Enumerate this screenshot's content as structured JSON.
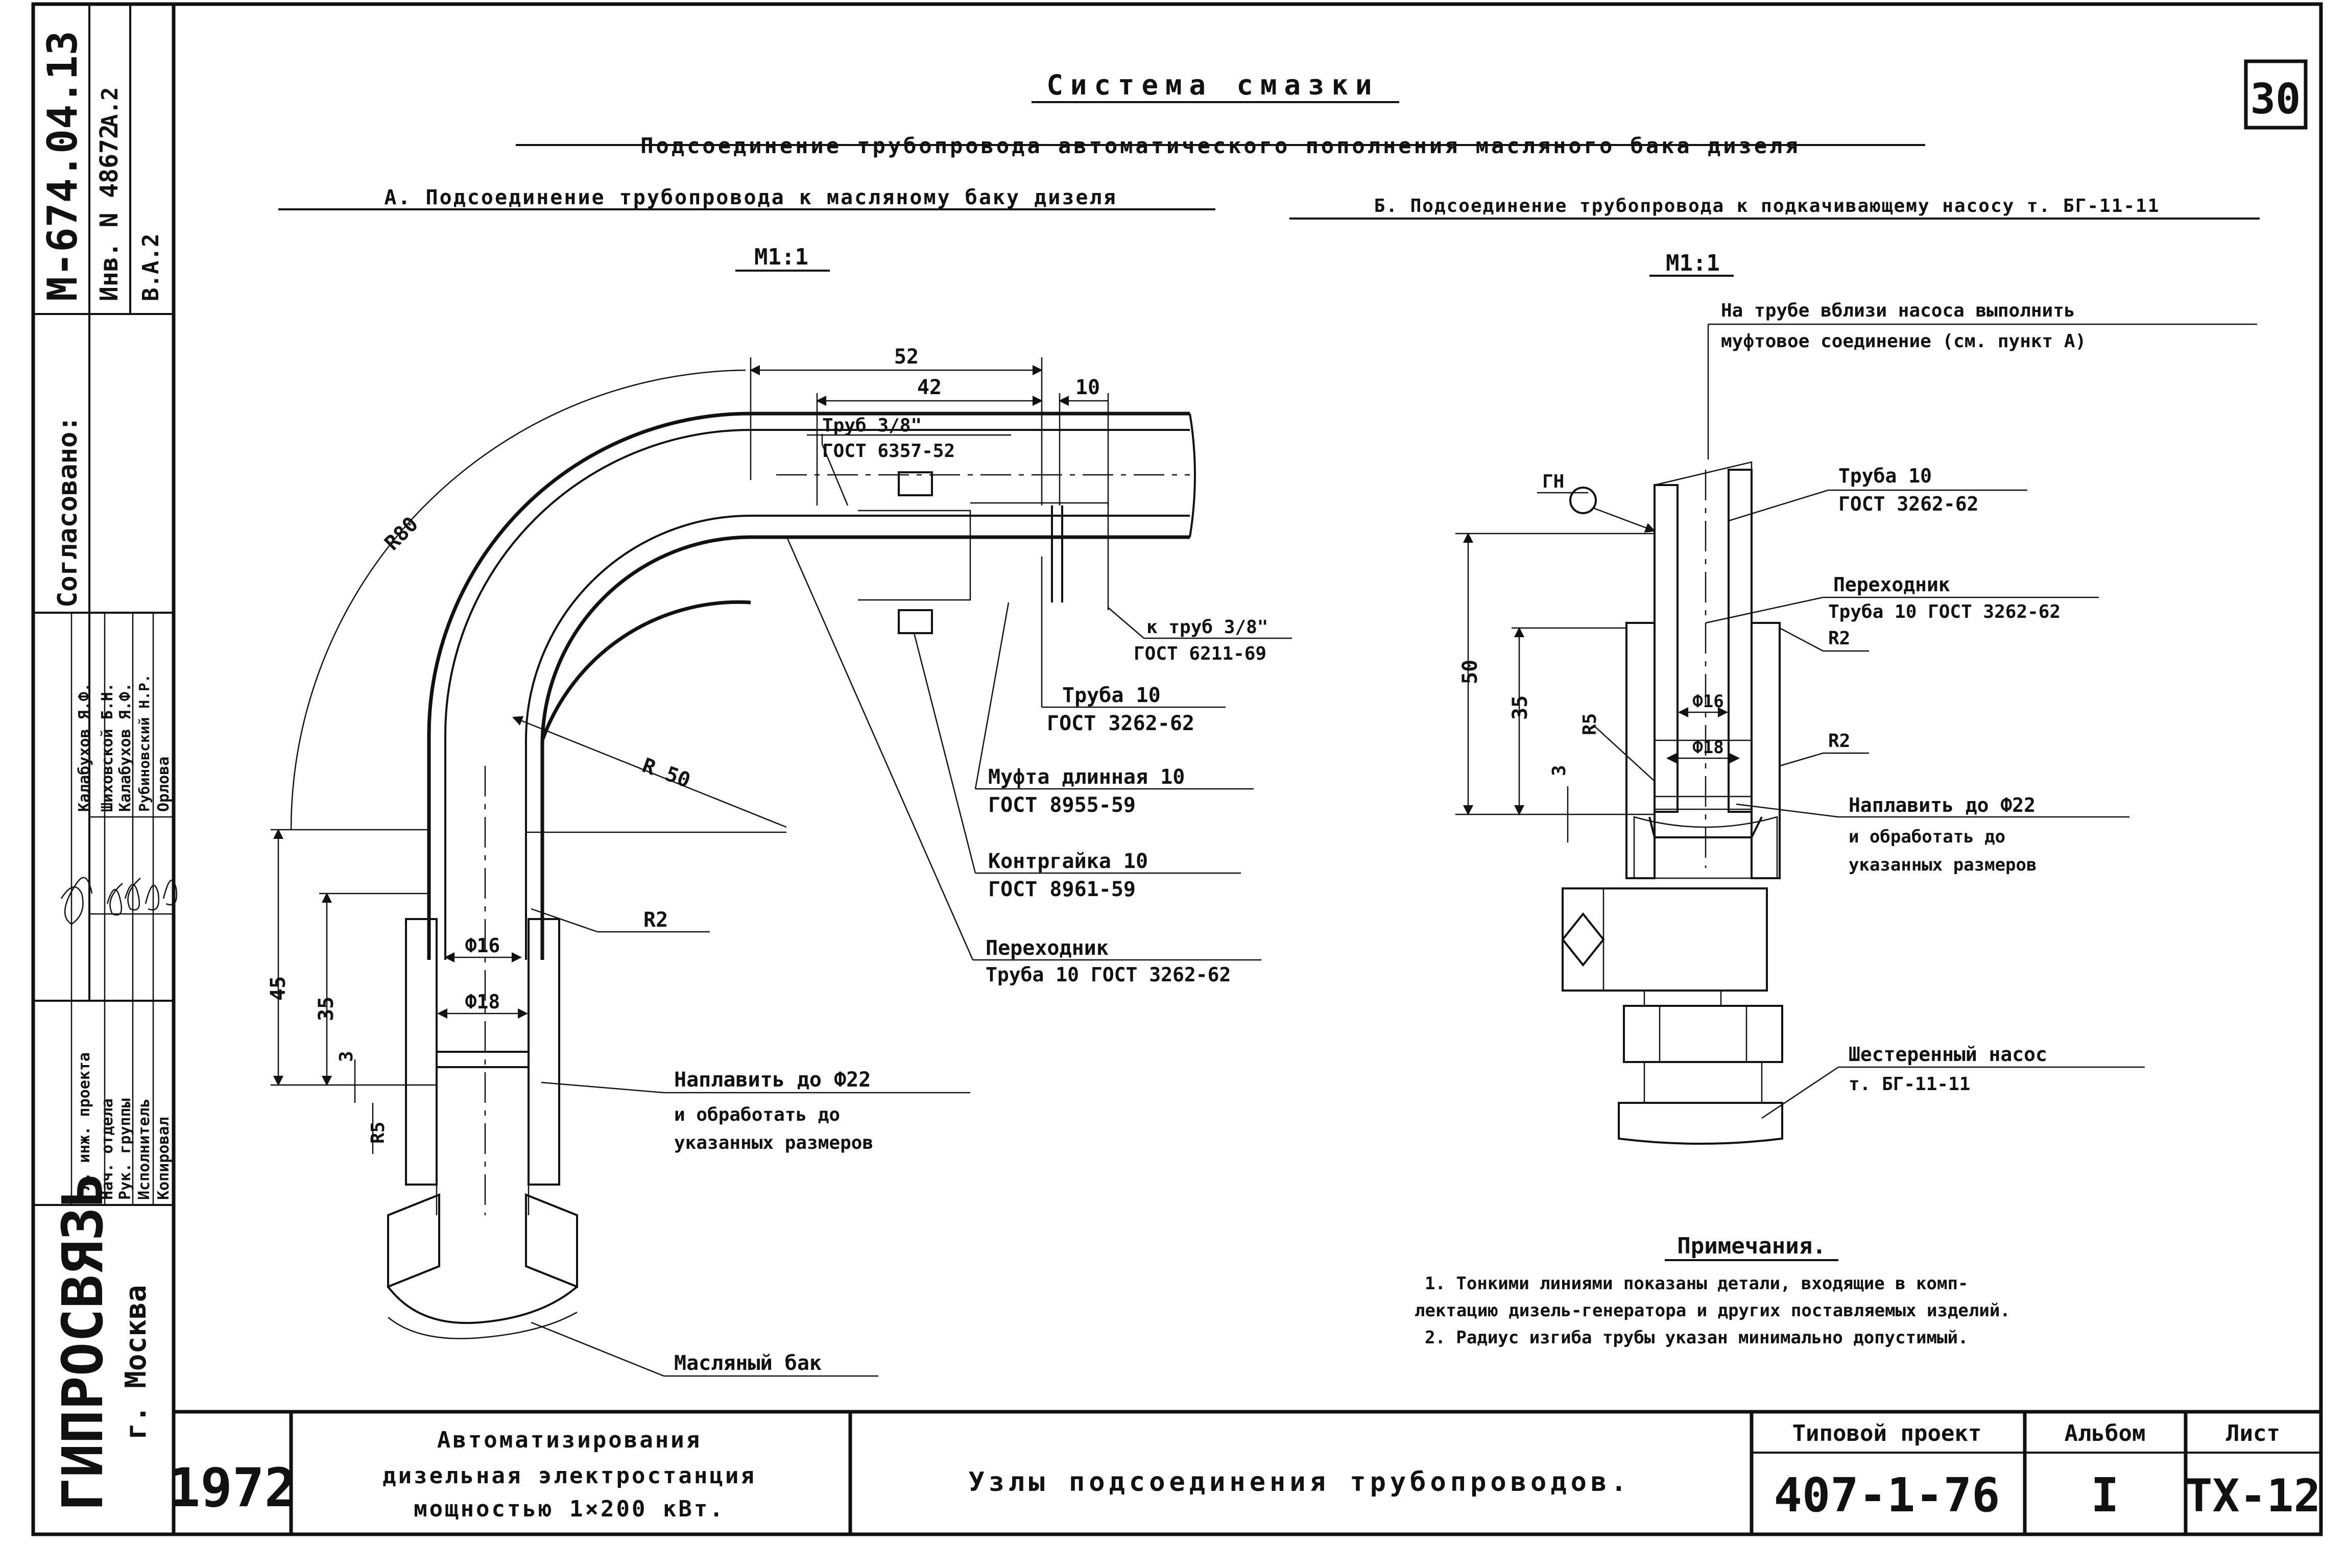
{
  "sheet_number": "30",
  "titles": {
    "main": "Система смазки",
    "sub": "Подсоединение трубопровода автоматического пополнения масляного бака дизеля",
    "section_a": "А. Подсоединение трубопровода к масляному баку дизеля",
    "section_b": "Б. Подсоединение трубопровода к подкачивающему насосу т. БГ-11-11",
    "scale_a": "М1:1",
    "scale_b": "М1:1"
  },
  "left_block": {
    "doc_code": "М-674.04.13",
    "inv_label": "Инв. N 48672",
    "inv_right": "А.2",
    "va_label": "В.А.2",
    "agreed": "Согласовано:",
    "roles": [
      "Гл. инж. проекта",
      "Нач. отдела",
      "Рук. группы",
      "Исполнитель",
      "Копировал"
    ],
    "names": [
      "Калабухов Я.Ф.",
      "Шиховской Б.Н.",
      "Калабухов Я.Ф.",
      "Рубиновский Н.Р.",
      "Орлова"
    ],
    "org": "ГИПРОСВЯЗЬ",
    "city": "г. Москва"
  },
  "section_a": {
    "dim_52": "52",
    "dim_42": "42",
    "dim_10": "10",
    "r80": "R80",
    "r50": "R 50",
    "r2": "R2",
    "d16": "Ф16",
    "d18": "Ф18",
    "dim_45": "45",
    "dim_35": "35",
    "dim_3": "3",
    "dim_r5": "R5",
    "c1a": "Труб 3/8\"",
    "c1b": "ГОСТ 6357-52",
    "c2a": "к труб 3/8\"",
    "c2b": "ГОСТ 6211-69",
    "c3a": "Труба 10",
    "c3b": "ГОСТ 3262-62",
    "c4a": "Муфта длинная 10",
    "c4b": "ГОСТ 8955-59",
    "c5a": "Контргайка 10",
    "c5b": "ГОСТ 8961-59",
    "c6a": "Переходник",
    "c6b": "Труба 10 ГОСТ 3262-62",
    "c7a": "Наплавить до Ф22",
    "c7b": "и обработать до",
    "c7c": "указанных размеров",
    "c8": "Масляный бак"
  },
  "section_b": {
    "n1a": "На трубе вблизи насоса выполнить",
    "n1b": "муфтовое соединение (см. пункт А)",
    "gn": "ГН",
    "p1a": "Труба 10",
    "p1b": "ГОСТ 3262-62",
    "p2a": "Переходник",
    "p2b": "Труба 10 ГОСТ 3262-62",
    "p2c": "R2",
    "r2b": "R2",
    "d16": "Ф16",
    "d18": "Ф18",
    "dim_50": "50",
    "dim_35": "35",
    "dim_r5": "R5",
    "dim_3": "3",
    "p3a": "Наплавить до Ф22",
    "p3b": "и обработать до",
    "p3c": "указанных размеров",
    "p4a": "Шестеренный насос",
    "p4b": "т. БГ-11-11"
  },
  "notes": {
    "title": "Примечания.",
    "line1": "1. Тонкими линиями показаны детали, входящие в комп-",
    "line2": "лектацию дизель-генератора и других поставляемых изделий.",
    "line3": "2. Радиус изгиба трубы указан минимально допустимый."
  },
  "title_block": {
    "year": "1972",
    "desc1": "Автоматизирования",
    "desc2": "дизельная электростанция",
    "desc3": "мощностью 1×200 кВт.",
    "name": "Узлы подсоединения трубопроводов.",
    "project_label": "Типовой проект",
    "project_value": "407-1-76",
    "album_label": "Альбом",
    "album_value": "I",
    "sheet_label": "Лист",
    "sheet_value": "ТХ-12"
  }
}
